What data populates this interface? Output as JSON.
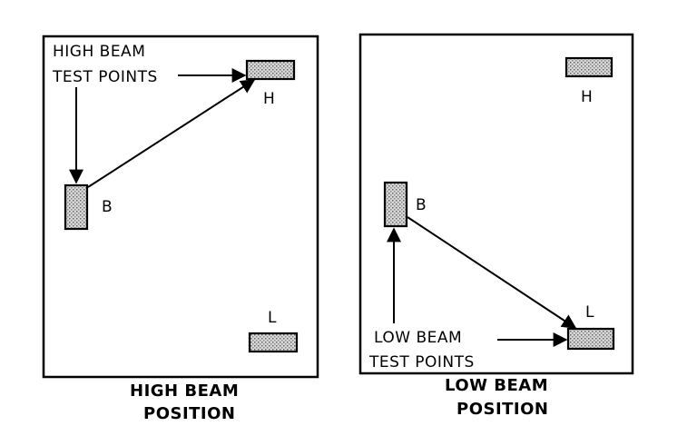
{
  "left_panel": {
    "label_line1": "HIGH BEAM",
    "label_line2": "TEST POINTS",
    "point_h": "H",
    "point_b": "B",
    "point_l": "L",
    "caption_line1": "HIGH BEAM",
    "caption_line2": "POSITION"
  },
  "right_panel": {
    "label_line1": "LOW BEAM",
    "label_line2": "TEST POINTS",
    "point_h": "H",
    "point_b": "B",
    "point_l": "L",
    "caption_line1": "LOW BEAM",
    "caption_line2": "POSITION"
  },
  "colors": {
    "ink": "#000000",
    "stipple": "#bdbdbd",
    "background": "#ffffff"
  }
}
